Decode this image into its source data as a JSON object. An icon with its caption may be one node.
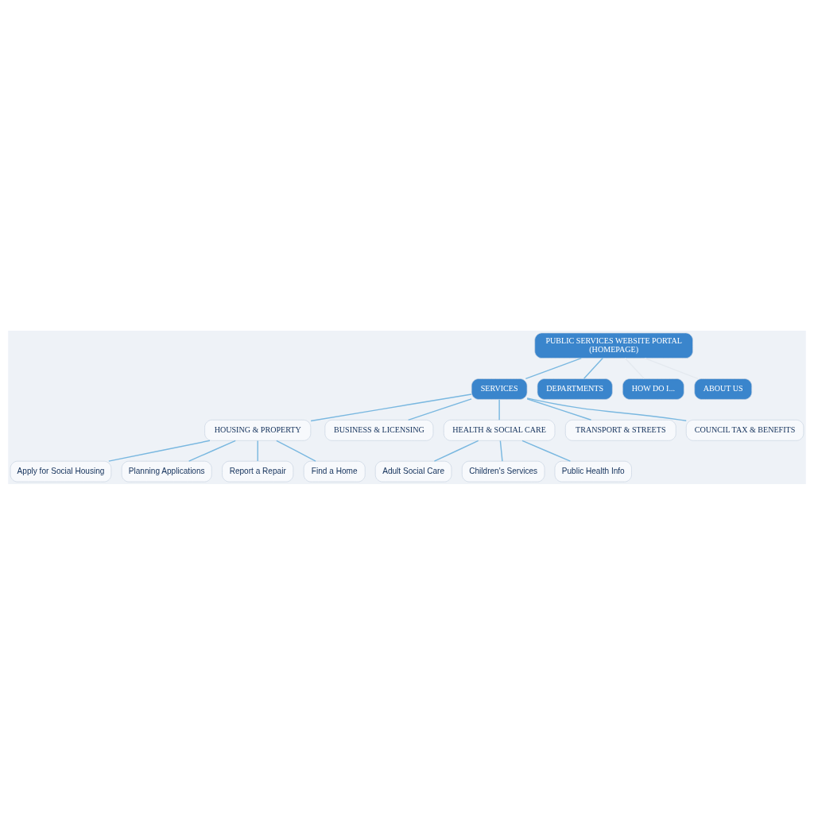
{
  "diagram": {
    "nodes": [
      {
        "text": [
          "PUBLIC SERVICES WEBSITE PORTAL",
          "(HOMEPAGE)"
        ]
      },
      {
        "text": [
          "SERVICES"
        ]
      },
      {
        "text": [
          "DEPARTMENTS"
        ]
      },
      {
        "text": [
          "HOW DO I..."
        ]
      },
      {
        "text": [
          "ABOUT US"
        ]
      },
      {
        "text": [
          "HOUSING & PROPERTY"
        ]
      },
      {
        "text": [
          "BUSINESS & LICENSING"
        ]
      },
      {
        "text": [
          "HEALTH & SOCIAL CARE"
        ]
      },
      {
        "text": [
          "TRANSPORT & STREETS"
        ]
      },
      {
        "text": [
          "COUNCIL TAX & BENEFITS"
        ]
      },
      {
        "text": [
          "Apply for Social Housing"
        ]
      },
      {
        "text": [
          "Planning Applications"
        ]
      },
      {
        "text": [
          "Report a Repair"
        ]
      },
      {
        "text": [
          "Find a Home"
        ]
      },
      {
        "text": [
          "Adult Social Care"
        ]
      },
      {
        "text": [
          "Children's Services"
        ]
      },
      {
        "text": [
          "Public Health Info"
        ]
      }
    ],
    "edges": [
      {
        "from": 0,
        "to": 1,
        "arrow": "none"
      },
      {
        "from": 0,
        "to": 2,
        "arrow": "none"
      },
      {
        "from": 0,
        "to": 3,
        "arrow": "none",
        "color": "#e4e9ef"
      },
      {
        "from": 0,
        "to": 4,
        "arrow": "none",
        "color": "#e4e9ef"
      },
      {
        "from": 1,
        "to": 5,
        "arrow": "none"
      },
      {
        "from": 1,
        "to": 6,
        "arrow": "none"
      },
      {
        "from": 1,
        "to": 7,
        "arrow": "none"
      },
      {
        "from": 1,
        "to": 8,
        "arrow": "none"
      },
      {
        "from": 1,
        "to": 9,
        "arrow": "none"
      },
      {
        "from": 5,
        "to": 10,
        "arrow": "none"
      },
      {
        "from": 5,
        "to": 11,
        "arrow": "none"
      },
      {
        "from": 5,
        "to": 12,
        "arrow": "none"
      },
      {
        "from": 5,
        "to": 13,
        "arrow": "none"
      },
      {
        "from": 7,
        "to": 14,
        "arrow": "none"
      },
      {
        "from": 7,
        "to": 15,
        "arrow": "none"
      },
      {
        "from": 7,
        "to": 16,
        "arrow": "none"
      }
    ]
  }
}
